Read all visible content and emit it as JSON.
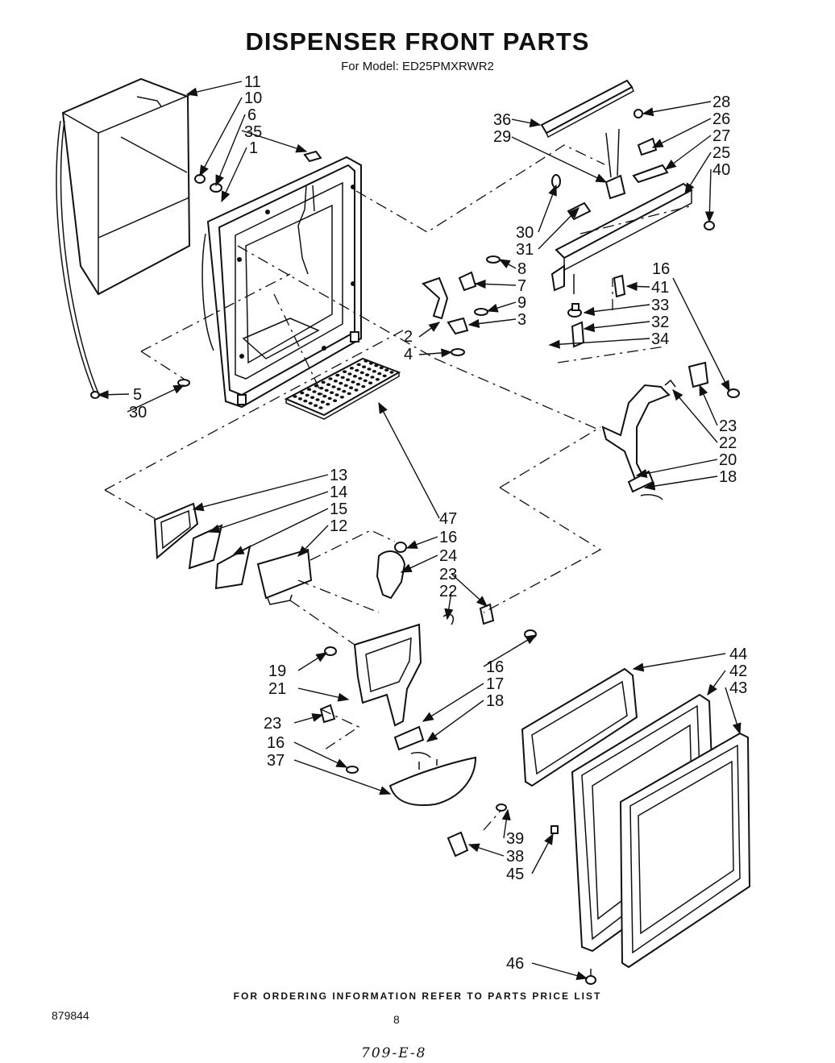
{
  "header": {
    "title": "DISPENSER FRONT PARTS",
    "subtitle": "For Model: ED25PMXRWR2"
  },
  "footer": {
    "ordering_note": "FOR ORDERING INFORMATION REFER TO PARTS PRICE LIST",
    "document_number": "879844",
    "page_number": "8",
    "handwritten_note": "709-E-8"
  },
  "labels": [
    {
      "id": "l11",
      "text": "11"
    },
    {
      "id": "l10",
      "text": "10"
    },
    {
      "id": "l6",
      "text": "6"
    },
    {
      "id": "l35",
      "text": "35"
    },
    {
      "id": "l1",
      "text": "1"
    },
    {
      "id": "l5",
      "text": "5"
    },
    {
      "id": "l30a",
      "text": "30"
    },
    {
      "id": "l36",
      "text": "36"
    },
    {
      "id": "l29",
      "text": "29"
    },
    {
      "id": "l28",
      "text": "28"
    },
    {
      "id": "l26",
      "text": "26"
    },
    {
      "id": "l27",
      "text": "27"
    },
    {
      "id": "l25",
      "text": "25"
    },
    {
      "id": "l40",
      "text": "40"
    },
    {
      "id": "l30b",
      "text": "30"
    },
    {
      "id": "l31",
      "text": "31"
    },
    {
      "id": "l8",
      "text": "8"
    },
    {
      "id": "l7",
      "text": "7"
    },
    {
      "id": "l9",
      "text": "9"
    },
    {
      "id": "l3",
      "text": "3"
    },
    {
      "id": "l2",
      "text": "2"
    },
    {
      "id": "l4",
      "text": "4"
    },
    {
      "id": "l16a",
      "text": "16"
    },
    {
      "id": "l41",
      "text": "41"
    },
    {
      "id": "l33",
      "text": "33"
    },
    {
      "id": "l32",
      "text": "32"
    },
    {
      "id": "l34",
      "text": "34"
    },
    {
      "id": "l23a",
      "text": "23"
    },
    {
      "id": "l22a",
      "text": "22"
    },
    {
      "id": "l20",
      "text": "20"
    },
    {
      "id": "l18a",
      "text": "18"
    },
    {
      "id": "l13",
      "text": "13"
    },
    {
      "id": "l14",
      "text": "14"
    },
    {
      "id": "l15",
      "text": "15"
    },
    {
      "id": "l12",
      "text": "12"
    },
    {
      "id": "l47",
      "text": "47"
    },
    {
      "id": "l16b",
      "text": "16"
    },
    {
      "id": "l24",
      "text": "24"
    },
    {
      "id": "l23b",
      "text": "23"
    },
    {
      "id": "l22b",
      "text": "22"
    },
    {
      "id": "l19",
      "text": "19"
    },
    {
      "id": "l21",
      "text": "21"
    },
    {
      "id": "l23c",
      "text": "23"
    },
    {
      "id": "l16c",
      "text": "16"
    },
    {
      "id": "l37",
      "text": "37"
    },
    {
      "id": "l16d",
      "text": "16"
    },
    {
      "id": "l17",
      "text": "17"
    },
    {
      "id": "l18b",
      "text": "18"
    },
    {
      "id": "l44",
      "text": "44"
    },
    {
      "id": "l42",
      "text": "42"
    },
    {
      "id": "l43",
      "text": "43"
    },
    {
      "id": "l39",
      "text": "39"
    },
    {
      "id": "l38",
      "text": "38"
    },
    {
      "id": "l45",
      "text": "45"
    },
    {
      "id": "l46",
      "text": "46"
    }
  ]
}
